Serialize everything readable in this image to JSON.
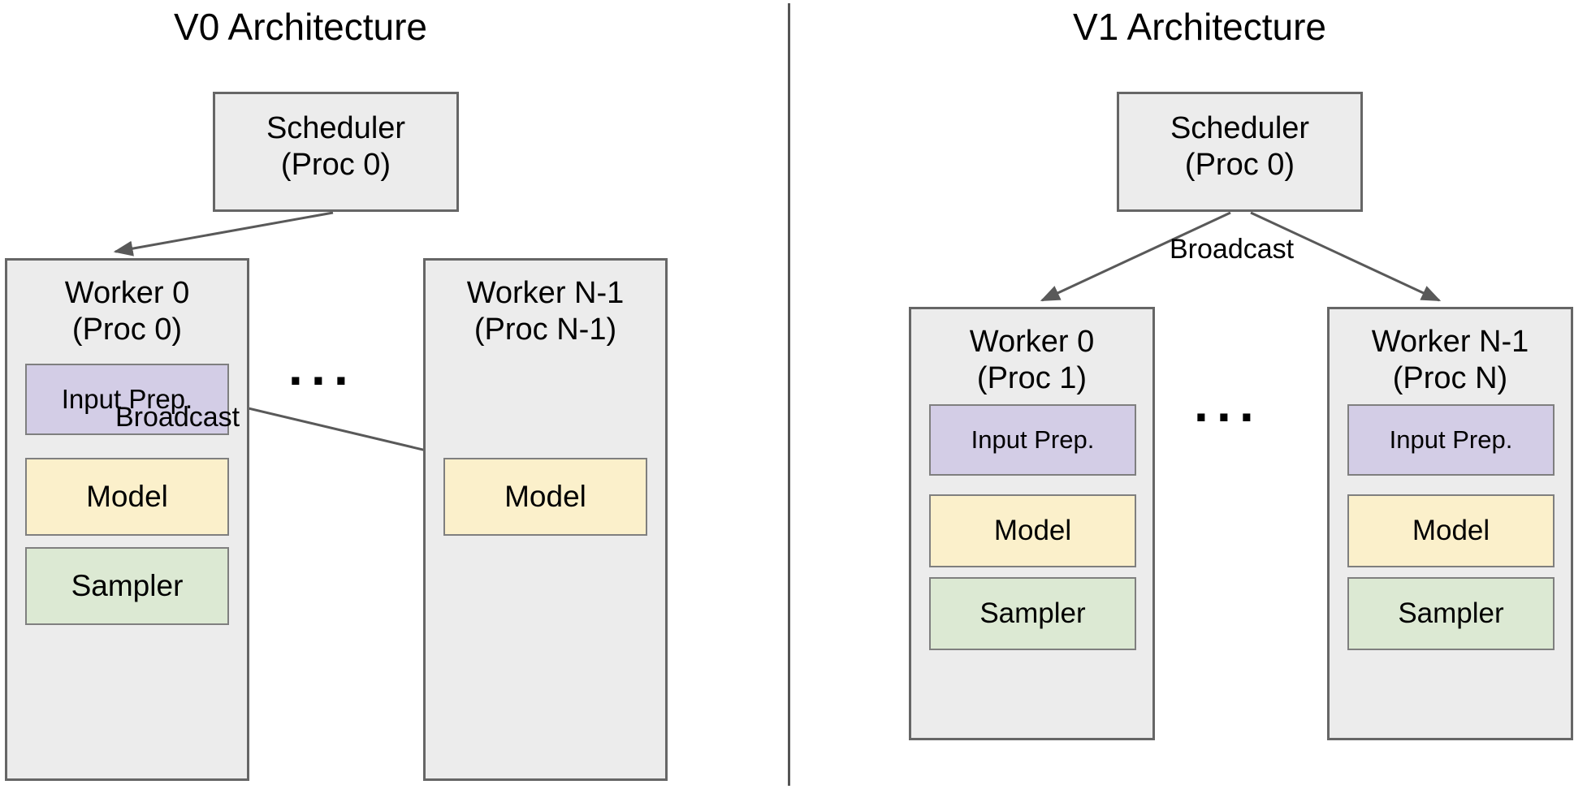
{
  "panels": [
    {
      "id": "v0",
      "title": "V0 Architecture",
      "scheduler": {
        "label": "Scheduler\n(Proc 0)"
      },
      "workers": [
        {
          "label": "Worker 0\n(Proc 0)",
          "components": [
            {
              "name": "Input Prep.",
              "color": "#d3cde6"
            },
            {
              "name": "Model",
              "color": "#fbf0cb"
            },
            {
              "name": "Sampler",
              "color": "#dce9d3"
            }
          ]
        },
        {
          "label": "Worker N-1\n(Proc N-1)",
          "components": [
            {
              "name": "Model",
              "color": "#fbf0cb"
            }
          ]
        }
      ],
      "edges": [
        {
          "label": "",
          "from": "scheduler",
          "to": "worker-0"
        },
        {
          "label": "Broadcast",
          "from": "input-prep",
          "to": "model"
        },
        {
          "label": "",
          "from": "input-prep",
          "to": "worker-n-1-model"
        }
      ],
      "ellipsis": "..."
    },
    {
      "id": "v1",
      "title": "V1 Architecture",
      "scheduler": {
        "label": "Scheduler\n(Proc 0)"
      },
      "workers": [
        {
          "label": "Worker 0\n(Proc 1)",
          "components": [
            {
              "name": "Input Prep.",
              "color": "#d3cde6"
            },
            {
              "name": "Model",
              "color": "#fbf0cb"
            },
            {
              "name": "Sampler",
              "color": "#dce9d3"
            }
          ]
        },
        {
          "label": "Worker N-1\n(Proc N)",
          "components": [
            {
              "name": "Input Prep.",
              "color": "#d3cde6"
            },
            {
              "name": "Model",
              "color": "#fbf0cb"
            },
            {
              "name": "Sampler",
              "color": "#dce9d3"
            }
          ]
        }
      ],
      "edges": [
        {
          "label": "Broadcast",
          "from": "scheduler",
          "to": "worker-0"
        },
        {
          "label": "",
          "from": "scheduler",
          "to": "worker-n-1"
        }
      ],
      "ellipsis": "..."
    }
  ],
  "colors": {
    "box_fill": "#ececec",
    "box_border": "#666666",
    "input_prep": "#d3cde6",
    "model": "#fbf0cb",
    "sampler": "#dce9d3",
    "arrow": "#595959",
    "divider": "#555555"
  }
}
